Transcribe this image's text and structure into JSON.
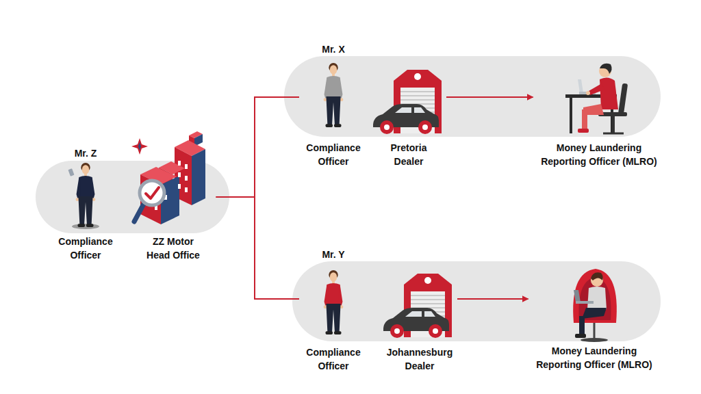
{
  "diagram": {
    "nodes": [
      {
        "text": [
          "Mr. Z",
          "Compliance Officer"
        ]
      },
      {
        "text": [
          "ZZ Motor Head Office"
        ]
      },
      {
        "text": [
          "Mr. X",
          "Compliance Officer"
        ]
      },
      {
        "text": [
          "Pretoria Dealer"
        ]
      },
      {
        "text": [
          "Money Laundering Reporting Officer (MLRO)"
        ]
      },
      {
        "text": [
          "Mr. Y",
          "Compliance Officer"
        ]
      },
      {
        "text": [
          "Johannesburg Dealer"
        ]
      },
      {
        "text": [
          "Money Laundering Reporting Officer (MLRO)"
        ]
      }
    ],
    "edges": [
      {
        "from": 1,
        "to": 2,
        "arrow": "none"
      },
      {
        "from": 1,
        "to": 5,
        "arrow": "none"
      },
      {
        "from": 3,
        "to": 4,
        "arrow": "to"
      },
      {
        "from": 6,
        "to": 7,
        "arrow": "to"
      }
    ]
  }
}
